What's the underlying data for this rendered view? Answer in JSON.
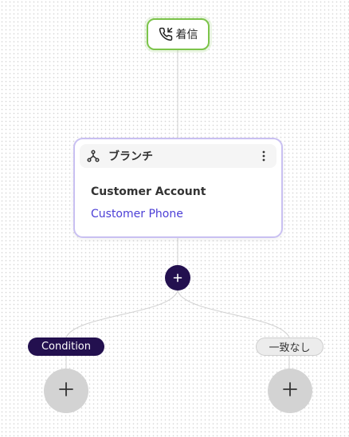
{
  "incoming": {
    "label": "着信",
    "icon": "phone-incoming-icon",
    "border_color": "#7cc44a"
  },
  "branch": {
    "title": "ブランチ",
    "icon": "branch-icon",
    "menu_icon": "kebab-menu-icon",
    "field_label": "Customer Account",
    "field_value": "Customer Phone",
    "border_color": "#c9c0f2",
    "value_color": "#4b3ed6"
  },
  "add_step": {
    "icon": "plus-icon",
    "color": "#23104f"
  },
  "branches": [
    {
      "label": "Condition",
      "style": "dark"
    },
    {
      "label": "一致なし",
      "style": "light"
    }
  ]
}
